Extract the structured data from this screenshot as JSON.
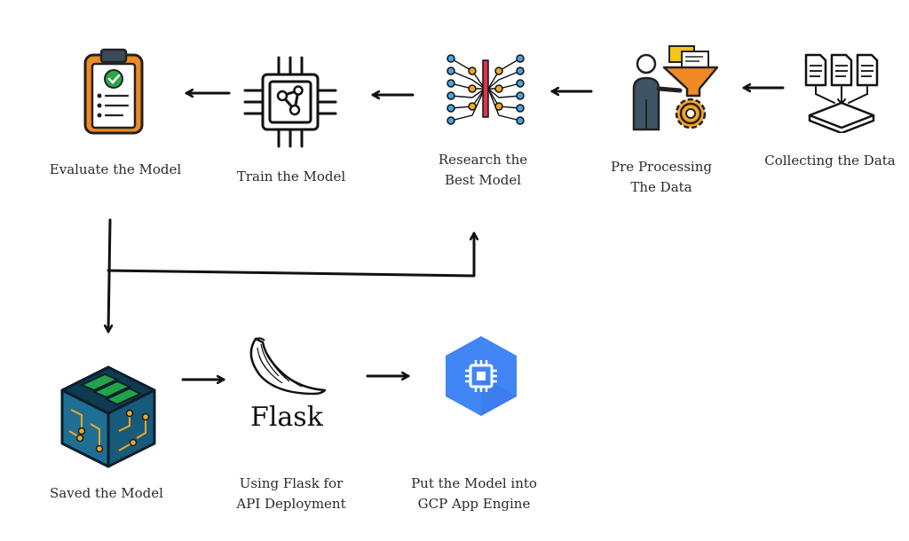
{
  "steps": {
    "collect": {
      "line1": "Collecting the Data"
    },
    "preprocess": {
      "line1": "Pre Processing",
      "line2": "The Data"
    },
    "research": {
      "line1": "Research the",
      "line2": "Best Model"
    },
    "train": {
      "line1": "Train the Model"
    },
    "evaluate": {
      "line1": "Evaluate the Model"
    },
    "saved": {
      "line1": "Saved the Model"
    },
    "flask": {
      "line1": "Using Flask for",
      "line2": "API Deployment",
      "logo_text": "Flask"
    },
    "gcp": {
      "line1": "Put the Model into",
      "line2": "GCP App Engine"
    }
  },
  "icons": {
    "collect": "documents-to-tray-icon",
    "preprocess": "person-funnel-gear-icon",
    "research": "neural-network-icon",
    "train": "ai-chip-icon",
    "evaluate": "clipboard-checklist-icon",
    "saved": "circuit-cube-icon",
    "flask": "flask-logo-icon",
    "gcp": "gcp-app-engine-icon"
  },
  "colors": {
    "arrow": "#111111",
    "gcp_blue": "#4285f4",
    "cube_teal": "#1f6f94",
    "cube_green": "#22a34a",
    "clipboard_orange": "#f08a24",
    "check_green": "#28a745"
  }
}
